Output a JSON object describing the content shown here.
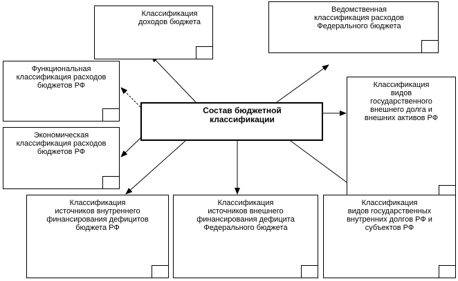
{
  "center": {
    "text": "Состав бюджетной\nклассификации"
  },
  "boxes": {
    "revenue": "Классификация\nдоходов бюджета",
    "departmental": "Ведомственная\nклассификация расходов\nФедерального бюджета",
    "functional": "Функциональная\nклассификация расходов\nбюджетов РФ",
    "economic": "Экономическая\nклассификация расходов\nбюджетов РФ",
    "public_debt": "Классификация\nвидов\nгосударственного\nвнешнего долга  и\nвнешних активов РФ",
    "internal_financing": "Классификация\nисточников внутреннего\nфинансирования дефицитов\nбюджета РФ",
    "external_financing": "Классификация\nисточников внешнего\nфинансирования дефицита\nФедерального бюджета",
    "internal_debt": "Классификация\nвидов государственных\nвнутренних долгов РФ и\nсубъектов РФ"
  }
}
